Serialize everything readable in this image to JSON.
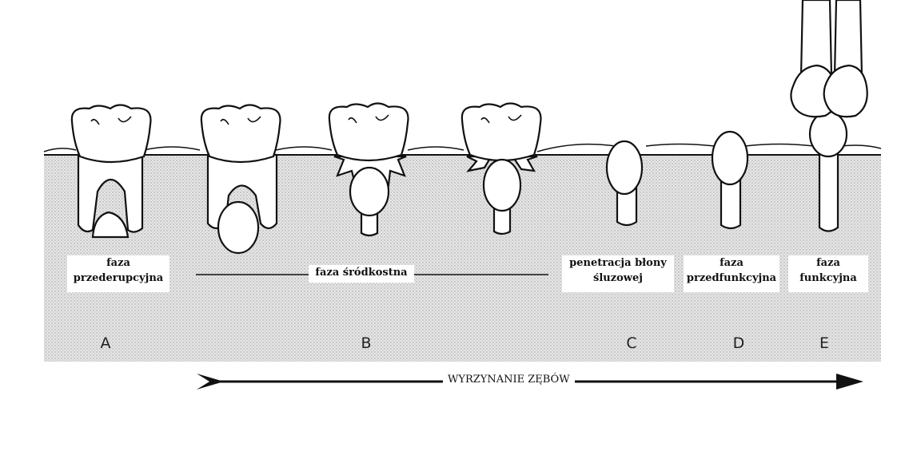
{
  "colors": {
    "bone": "#dcdcdc",
    "outline": "#111111",
    "tooth_fill": "#ffffff",
    "label_background": "#ffffff"
  },
  "phases": {
    "preeruptive": [
      "faza",
      "przederupcyjna"
    ],
    "intraosseous": "faza śródkostna",
    "mucosal_penetration": [
      "penetracja błony",
      "śluzowej"
    ],
    "prefunctional": [
      "faza",
      "przedfunkcyjna"
    ],
    "functional": [
      "faza",
      "funkcyjna"
    ]
  },
  "stages": {
    "a": "A",
    "b": "B",
    "c": "C",
    "d": "D",
    "e": "E"
  },
  "arrow": {
    "label": "WYRZYNANIE ZĘBÓW"
  },
  "icons": {
    "teeth": "tooth-outline",
    "arrow": "right-arrow"
  }
}
